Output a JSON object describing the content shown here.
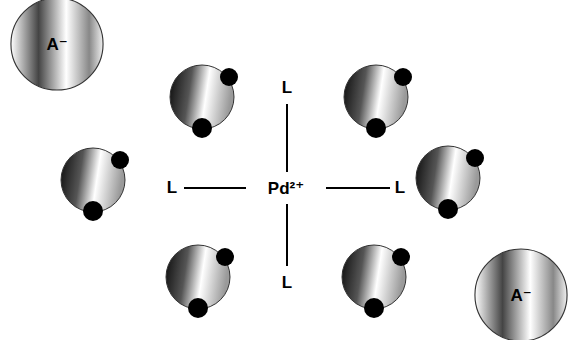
{
  "diagram": {
    "nodes": [
      {
        "text": [
          "A⁻"
        ]
      },
      {
        "text": [
          "A⁻"
        ]
      }
    ],
    "labels": [
      "L",
      "L",
      "Pd²⁺",
      "L",
      "L"
    ]
  }
}
